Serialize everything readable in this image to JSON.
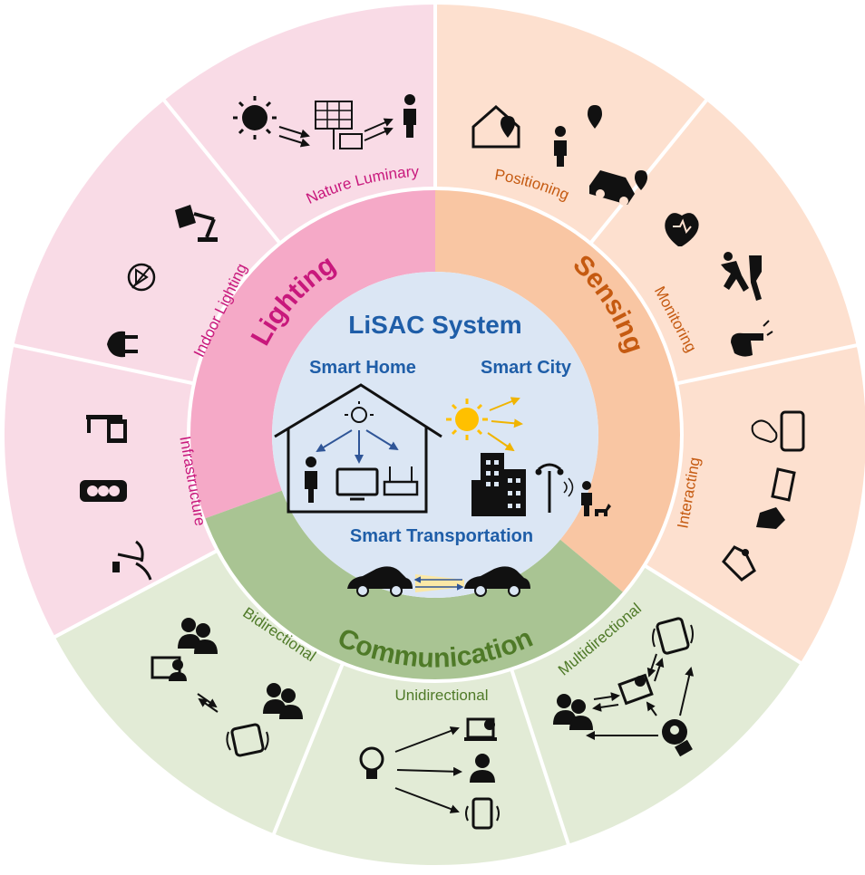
{
  "colors": {
    "lighting_outer": "#f9dbe6",
    "lighting_inner": "#f5a9c7",
    "lighting_text": "#c8187c",
    "sensing_outer": "#fde0cf",
    "sensing_inner": "#f9c6a3",
    "sensing_text": "#c55a11",
    "comm_outer": "#e2ebd6",
    "comm_inner": "#a9c493",
    "comm_text": "#4f7a28",
    "center_fill": "#dbe6f4",
    "center_text": "#1f5ea8",
    "separator": "#ffffff"
  },
  "center": {
    "title": "LiSAC System",
    "smart_home": "Smart Home",
    "smart_city": "Smart City",
    "smart_transportation": "Smart Transportation"
  },
  "rings": {
    "lighting": "Lighting",
    "sensing": "Sensing",
    "communication": "Communication"
  },
  "segments": {
    "nature_luminary": "Nature Luminary",
    "indoor_lighting": "Indoor Lighting",
    "infrastructure": "Infrastructure",
    "positioning": "Positioning",
    "monitoring": "Monitoring",
    "interacting": "Interacting",
    "bidirectional": "Bidirectional",
    "unidirectional": "Unidirectional",
    "multidirectional": "Multidirectional"
  },
  "icons": {
    "nature_luminary": [
      "sun-icon",
      "solar-panel-icon",
      "battery-icon",
      "person-icon"
    ],
    "indoor_lighting": [
      "desk-lamp-icon",
      "led-bulb-icon",
      "plug-icon"
    ],
    "infrastructure": [
      "street-sign-icon",
      "traffic-light-icon",
      "street-lamp-icon"
    ],
    "positioning": [
      "house-location-icon",
      "person-location-icon",
      "car-location-icon"
    ],
    "monitoring": [
      "heart-icon",
      "falling-person-icon",
      "hand-gesture-icon"
    ],
    "interacting": [
      "phone-hand-icon",
      "tablet-hand-icon",
      "robot-arm-icon"
    ],
    "bidirectional": [
      "group-icon",
      "laptop-user-icon",
      "group-icon",
      "phone-icon"
    ],
    "unidirectional": [
      "bulb-icon",
      "laptop-icon",
      "user-icon",
      "phone-icon"
    ],
    "multidirectional": [
      "phone-icon",
      "laptop-icon",
      "group-icon",
      "bulb-icon"
    ]
  }
}
